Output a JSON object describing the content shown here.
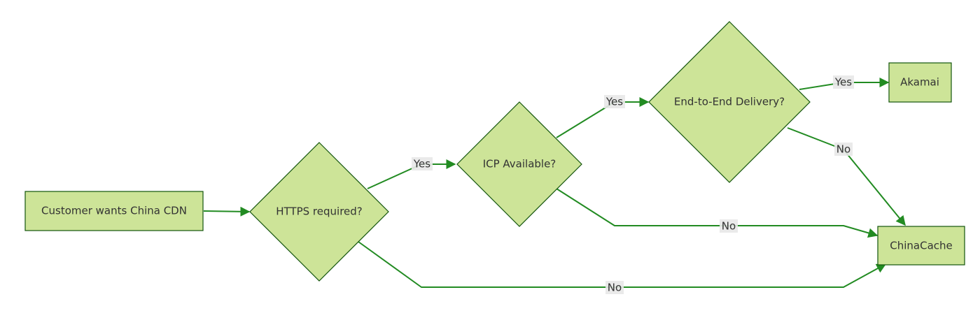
{
  "colors": {
    "node_fill": "#cde498",
    "node_stroke": "#13540c",
    "edge_stroke": "#228b22",
    "label_bg": "#e8e8e8",
    "text": "#333333"
  },
  "nodes": {
    "customer": {
      "label": "Customer wants China CDN"
    },
    "https": {
      "label": "HTTPS required?"
    },
    "icp": {
      "label": "ICP Available?"
    },
    "e2e": {
      "label": "End-to-End Delivery?"
    },
    "akamai": {
      "label": "Akamai"
    },
    "chinacache": {
      "label": "ChinaCache"
    }
  },
  "edges": {
    "customer_https": {
      "label": ""
    },
    "https_icp_yes": {
      "label": "Yes"
    },
    "https_chinacache_no": {
      "label": "No"
    },
    "icp_e2e_yes": {
      "label": "Yes"
    },
    "icp_chinacache_no": {
      "label": "No"
    },
    "e2e_akamai_yes": {
      "label": "Yes"
    },
    "e2e_chinacache_no": {
      "label": "No"
    }
  }
}
